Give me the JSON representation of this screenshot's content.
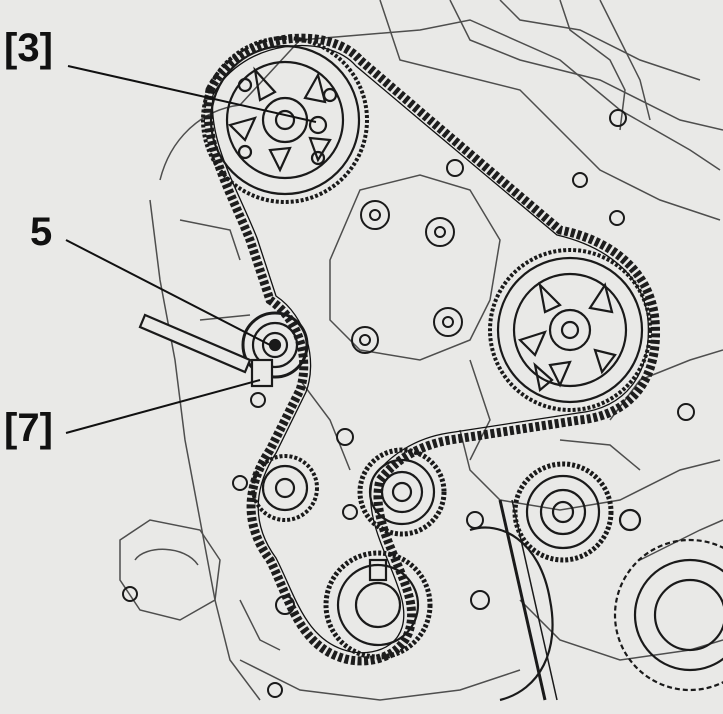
{
  "labels": {
    "callout_3": "[3]",
    "callout_5": "5",
    "callout_7": "[7]"
  },
  "colors": {
    "background": "#e9e9e7",
    "line": "#1a1a1a",
    "belt": "#2a2a2a"
  }
}
